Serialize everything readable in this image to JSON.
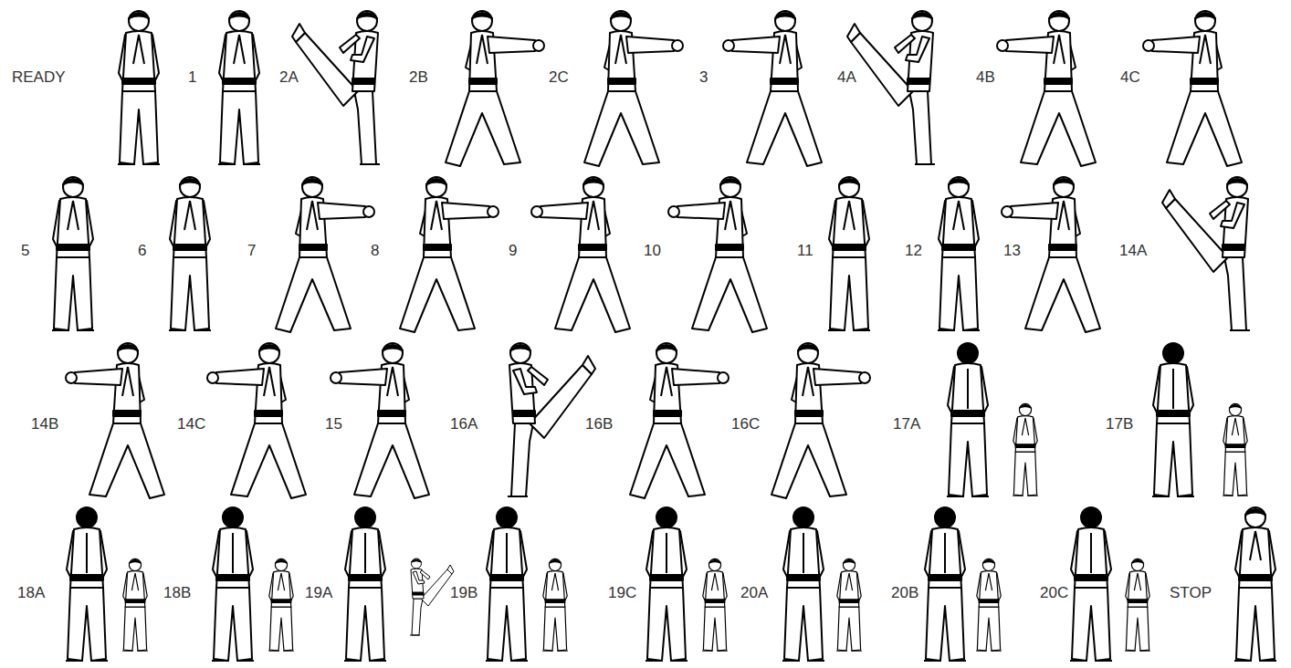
{
  "diagram": {
    "labels": [
      "READY",
      "1",
      "2A",
      "2B",
      "2C",
      "3",
      "4A",
      "4B",
      "4C",
      "5",
      "6",
      "7",
      "8",
      "9",
      "10",
      "11",
      "12",
      "13",
      "14A",
      "14B",
      "14C",
      "15",
      "16A",
      "16B",
      "16C",
      "17A",
      "17B",
      "18A",
      "18B",
      "19A",
      "19B",
      "19C",
      "20A",
      "20B",
      "20C",
      "STOP"
    ]
  }
}
